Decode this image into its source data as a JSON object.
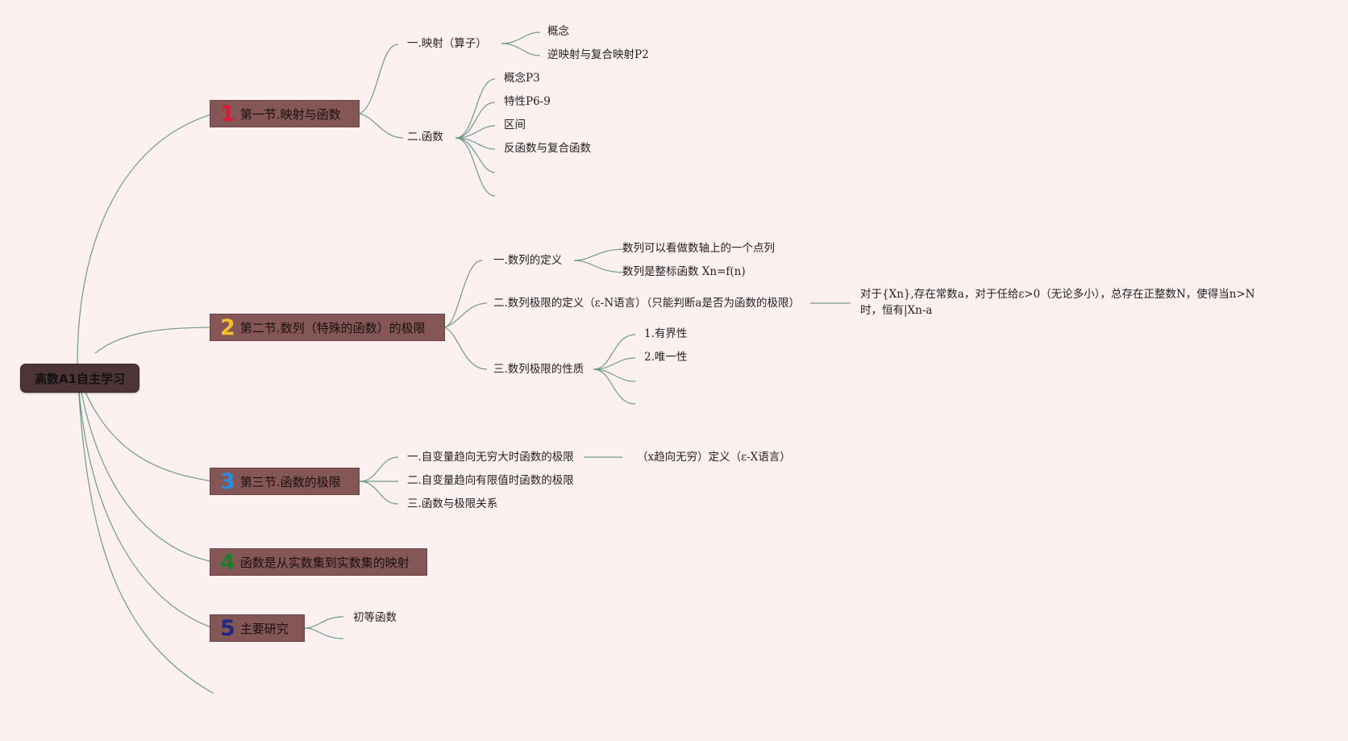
{
  "root": {
    "label": "高数A1自主学习"
  },
  "branch_colors": {
    "b1": "#d81b3a",
    "b2": "#f5c02b",
    "b3": "#2a8ed8",
    "b4": "#1a7f2a",
    "b5": "#1e2a86"
  },
  "branches": {
    "b1": {
      "num": "1",
      "label": "第一节.映射与函数",
      "children": {
        "c1": {
          "label": "一.映射（算子）",
          "leaves": [
            "概念",
            "逆映射与复合映射P2"
          ]
        },
        "c2": {
          "label": "二.函数",
          "leaves": [
            "概念P3",
            "特性P6-9",
            "区间",
            "反函数与复合函数"
          ]
        }
      }
    },
    "b2": {
      "num": "2",
      "label": "第二节.数列（特殊的函数）的极限",
      "children": {
        "c1": {
          "label": "一.数列的定义",
          "leaves": [
            "数列可以看做数轴上的一个点列",
            "数列是整标函数 Xn=f(n)"
          ]
        },
        "c2": {
          "label": "二.数列极限的定义（ε-N语言）（只能判断a是否为函数的极限）",
          "leaves": [
            "对于{Xn},存在常数a，对于任给ε>0（无论多小），总存在正整数N，使得当n>N时，恒有|Xn-a"
          ]
        },
        "c3": {
          "label": "三.数列极限的性质",
          "leaves": [
            "1.有界性",
            "2.唯一性"
          ]
        }
      }
    },
    "b3": {
      "num": "3",
      "label": "第三节.函数的极限",
      "children": {
        "c1": {
          "label": "一.自变量趋向无穷大时函数的极限",
          "leaves": [
            "（x趋向无穷）定义（ε-X语言）"
          ]
        },
        "c2": {
          "label": "二.自变量趋向有限值时函数的极限"
        },
        "c3": {
          "label": "三.函数与极限关系"
        }
      }
    },
    "b4": {
      "num": "4",
      "label": "函数是从实数集到实数集的映射"
    },
    "b5": {
      "num": "5",
      "label": "主要研究",
      "children": {
        "c1": {
          "label": "初等函数"
        }
      }
    }
  }
}
